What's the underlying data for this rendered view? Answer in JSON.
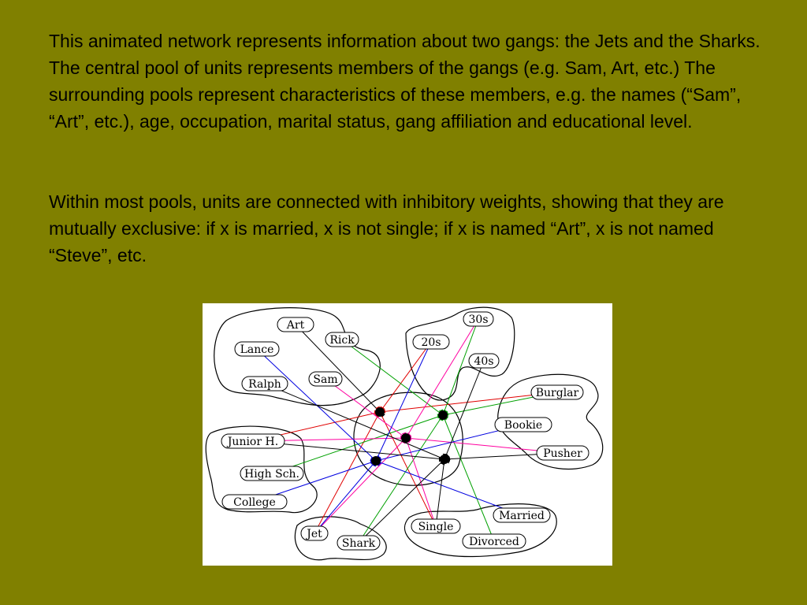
{
  "text": {
    "paragraph1": "This animated network represents information about two gangs: the Jets and the Sharks. The central pool of units represents members of the gangs (e.g. Sam, Art, etc.) The surrounding pools represent characteristics of these members, e.g. the names (“Sam”, “Art”, etc.), age, occupation, marital status, gang affiliation and educational level.",
    "paragraph2": "Within most pools, units are connected with inhibitory weights, showing that they are mutually exclusive: if x is married, x is not single; if x is named “Art”, x is not named “Steve”, etc."
  },
  "diagram": {
    "pools": {
      "names": [
        "Art",
        "Rick",
        "Lance",
        "Sam",
        "Ralph"
      ],
      "age": [
        "30s",
        "20s",
        "40s"
      ],
      "occupation": [
        "Burglar",
        "Bookie",
        "Pusher"
      ],
      "education": [
        "Junior H.",
        "High Sch.",
        "College"
      ],
      "gang": [
        "Jet",
        "Shark"
      ],
      "marital": [
        "Married",
        "Single",
        "Divorced"
      ]
    },
    "colors": {
      "red": "#e00000",
      "green": "#00a000",
      "blue": "#0000e0",
      "magenta": "#ff00a0",
      "black": "#000000"
    }
  }
}
